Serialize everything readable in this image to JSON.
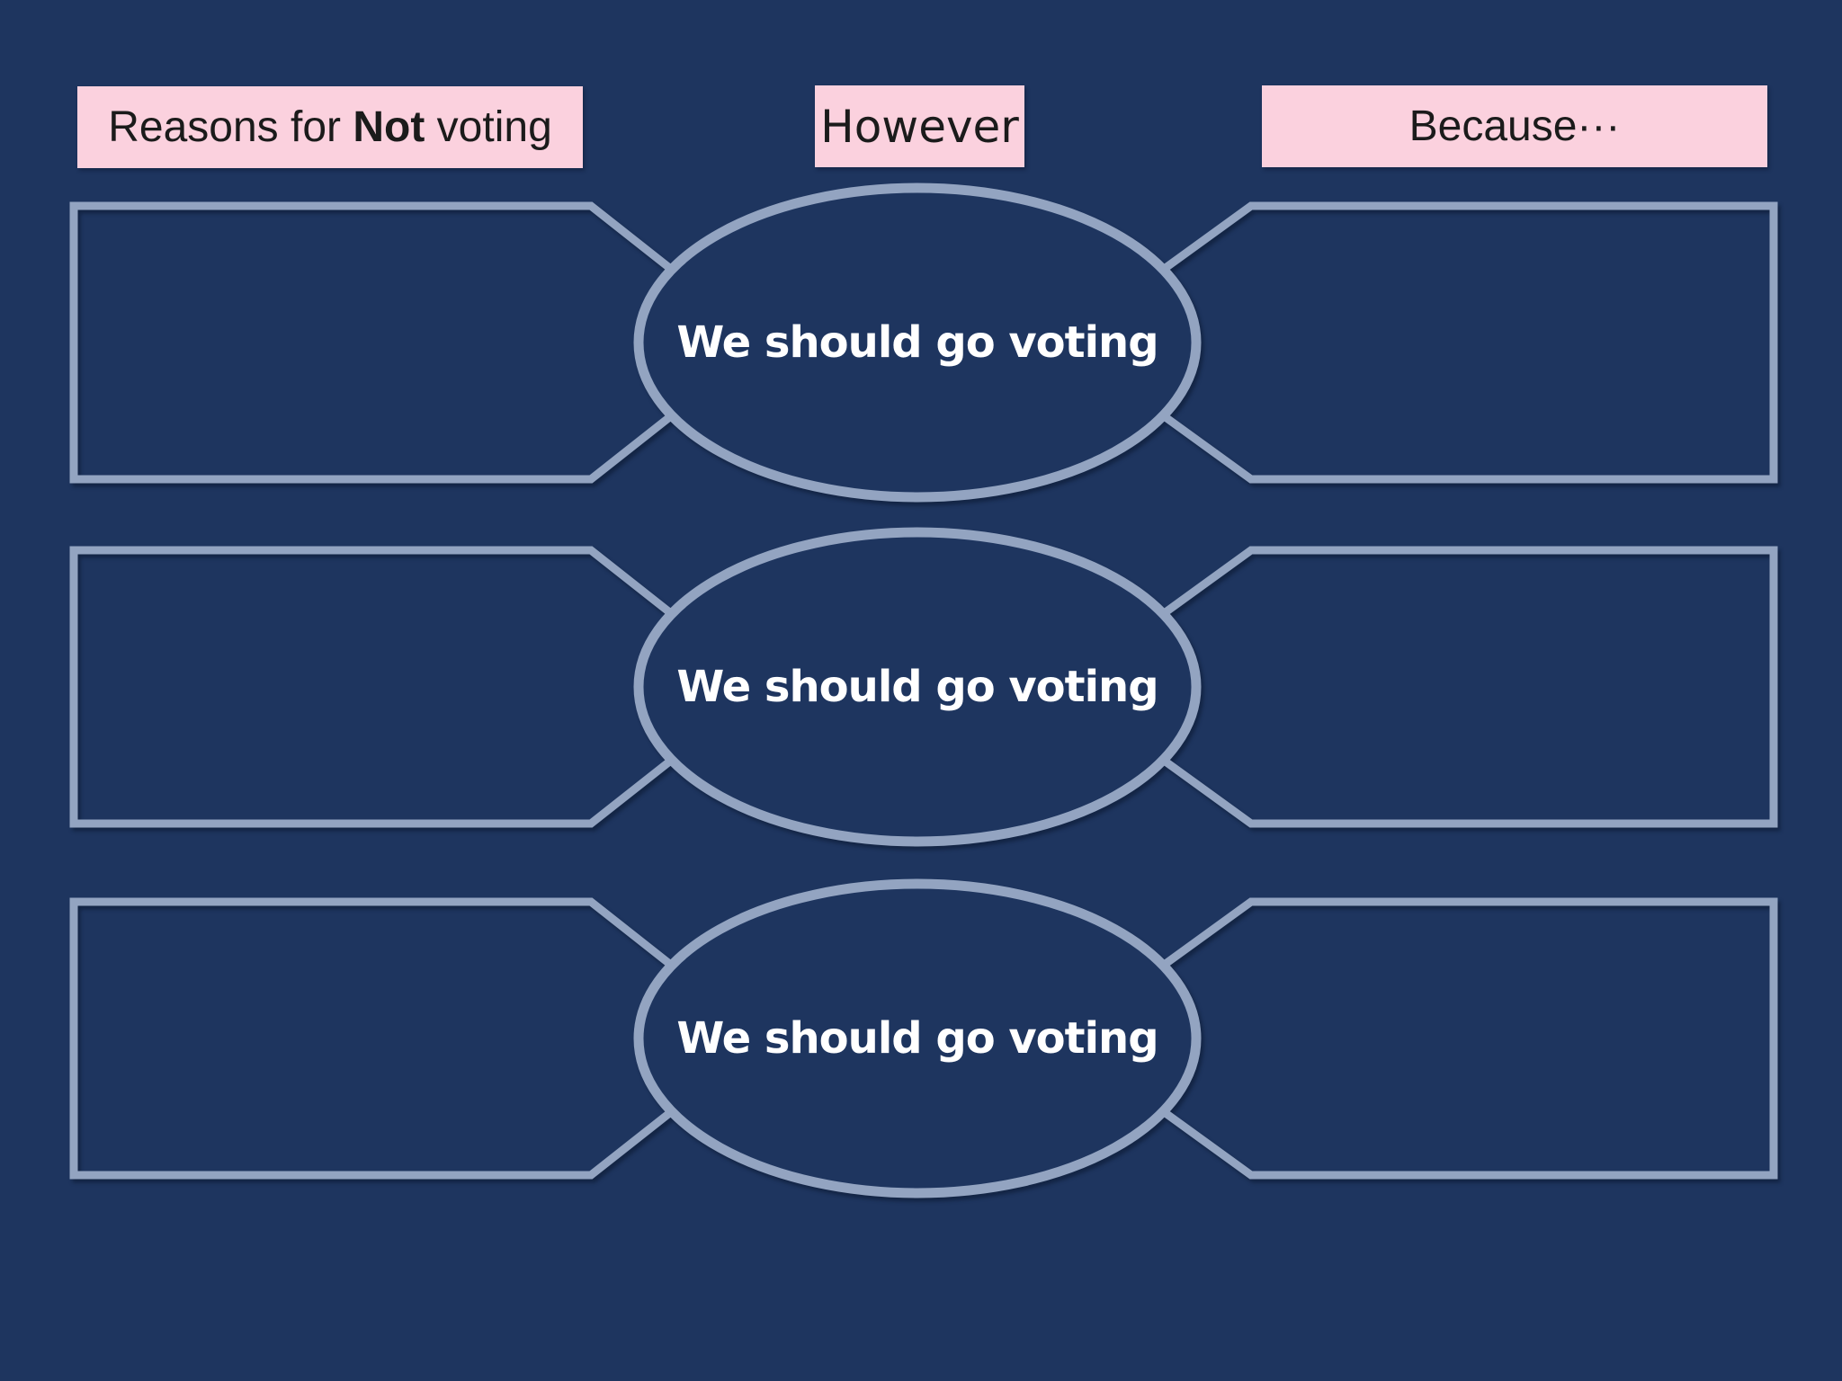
{
  "colors": {
    "background": "#1e355f",
    "outline": "#93a4c1",
    "header_bg": "#fbd1de",
    "header_text": "#1b1b1b",
    "ellipse_text": "#ffffff"
  },
  "headers": {
    "reasons_prefix": "Reasons for ",
    "reasons_bold": "Not",
    "reasons_suffix": " voting",
    "however": "However",
    "because": "Because···"
  },
  "rows": [
    {
      "center_label": "We should go voting"
    },
    {
      "center_label": "We should go voting"
    },
    {
      "center_label": "We should go voting"
    }
  ]
}
